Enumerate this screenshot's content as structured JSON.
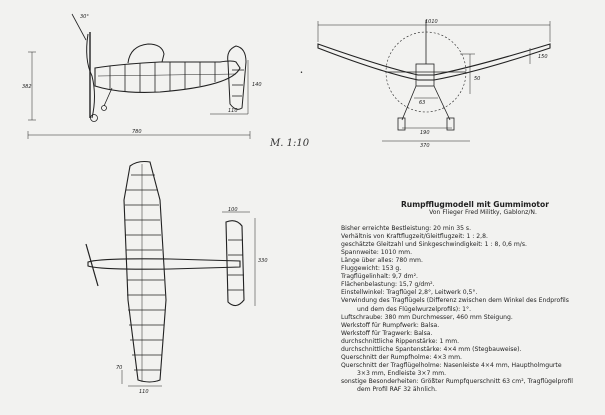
{
  "title": "Rumpfflugmodell mit Gummimotor",
  "author": "Von Flieger Fred Militky, Gablonz/N.",
  "scale": "M. 1:10",
  "specs": [
    "Bisher erreichte Bestleistung: 20 min 35 s.",
    "Verhältnis von Kraftflugzeit/Gleitflugzeit: 1 : 2,8.",
    "geschätzte Gleitzahl und Sinkgeschwindigkeit: 1 : 8, 0,6 m/s.",
    "Spannweite: 1010 mm.",
    "Länge über alles: 780 mm.",
    "Fluggewicht: 153 g.",
    "Tragflügelinhalt: 9,7 dm².",
    "Flächenbelastung: 15,7 g/dm².",
    "Einstellwinkel: Tragflügel 2,8°, Leitwerk 0,5°.",
    "Verwindung des Tragflügels (Differenz zwischen dem Winkel des Endprofils",
    "und dem des Flügelwurzelprofils): 1°.",
    "Luftschraube: 380 mm Durchmesser, 460 mm Steigung.",
    "Werkstoff für Rumpfwerk: Balsa.",
    "Werkstoff für Tragwerk: Balsa.",
    "durchschnittliche Rippenstärke: 1 mm.",
    "durchschnittliche Spantenstärke: 4×4 mm (Stegbauweise).",
    "Querschnitt der Rumpfholme: 4×3 mm.",
    "Querschnitt der Tragflügelholme: Nasenleiste 4×4 mm, Hauptholmgurte",
    "3×3 mm, Endleiste 3×7 mm.",
    "sonstige Besonderheiten: Größter Rumpfquerschnitt 63 cm², Tragflügelprofil",
    "dem Profil RAF 32 ähnlich."
  ],
  "dimensions": {
    "side_length": "780",
    "side_height": "382",
    "side_tail": "110",
    "side_tail_height": "140",
    "side_angle": "30°",
    "front_span": "1010",
    "front_height": "150",
    "front_dihedral": "50",
    "front_inner": "63",
    "front_w1": "190",
    "front_w2": "370",
    "top_tail_w": "100",
    "top_tail_l": "330",
    "top_tip1": "70",
    "top_tip2": "110"
  }
}
